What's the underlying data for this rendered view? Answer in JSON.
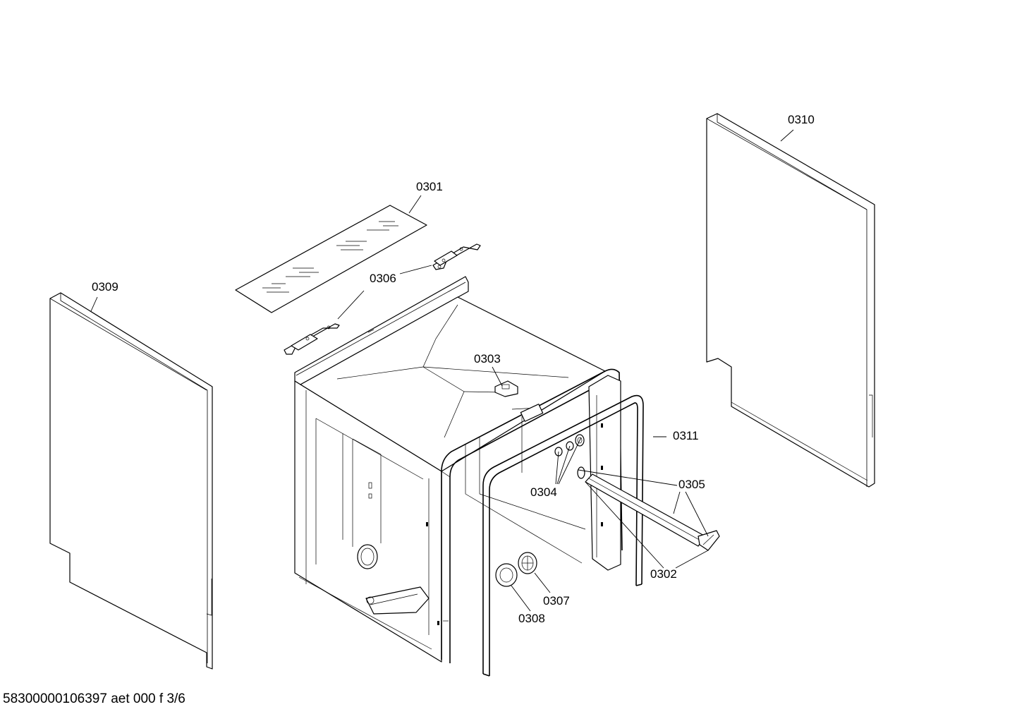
{
  "diagram": {
    "type": "exploded-parts-view",
    "part_labels": [
      {
        "id": "0301",
        "text": "0301"
      },
      {
        "id": "0302",
        "text": "0302"
      },
      {
        "id": "0303",
        "text": "0303"
      },
      {
        "id": "0304",
        "text": "0304"
      },
      {
        "id": "0305",
        "text": "0305"
      },
      {
        "id": "0306",
        "text": "0306"
      },
      {
        "id": "0307",
        "text": "0307"
      },
      {
        "id": "0308",
        "text": "0308"
      },
      {
        "id": "0309",
        "text": "0309"
      },
      {
        "id": "0310",
        "text": "0310"
      },
      {
        "id": "0311",
        "text": "0311"
      }
    ]
  },
  "footer": {
    "document_code": "58300000106397 aet 000 f 3/6"
  }
}
